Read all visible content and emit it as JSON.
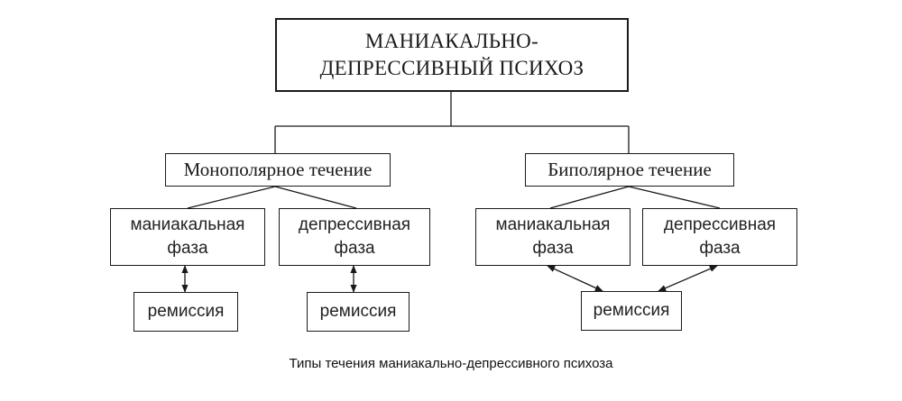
{
  "diagram": {
    "root": {
      "label": "МАНИАКАЛЬНО-\nДЕПРЕССИВНЫЙ ПСИХОЗ"
    },
    "courses": [
      {
        "label": "Монополярное течение",
        "phases": [
          "маниакальная\nфаза",
          "депрессивная\nфаза"
        ],
        "remissions": [
          "ремиссия",
          "ремиссия"
        ]
      },
      {
        "label": "Биполярное течение",
        "phases": [
          "маниакальная\nфаза",
          "депрессивная\nфаза"
        ],
        "remissions": [
          "ремиссия"
        ]
      }
    ]
  },
  "caption": "Типы течения маниакально-депрессивного психоза",
  "colors": {
    "stroke": "#1a1a1a",
    "background": "#ffffff"
  }
}
